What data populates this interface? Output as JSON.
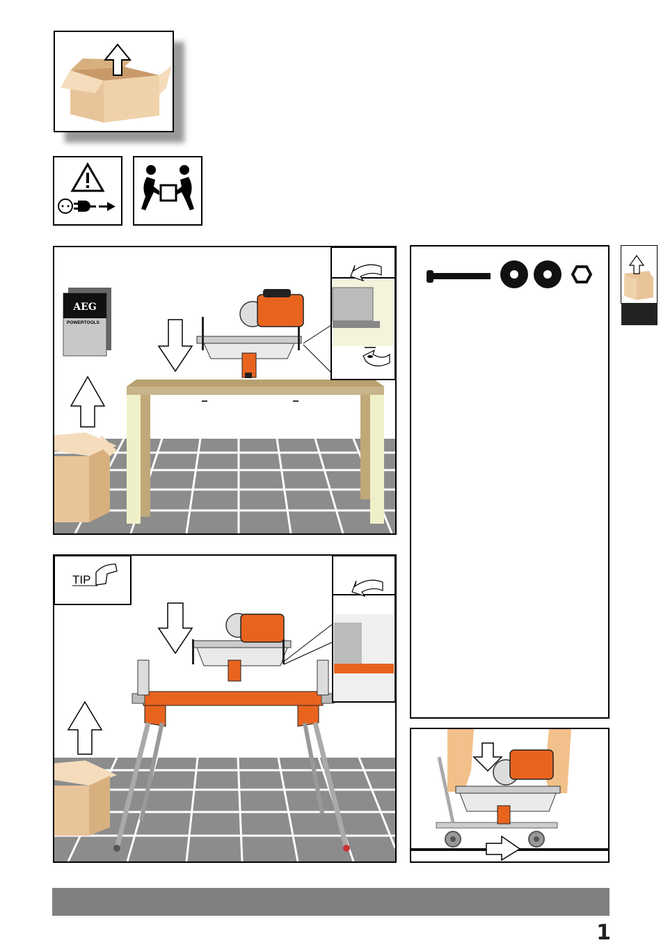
{
  "manual_book": {
    "brand": "AEG",
    "sub_brand": "POWERTOOLS"
  },
  "tip_label": "TIP",
  "page_number": "1",
  "colors": {
    "saw_orange": "#e8641e",
    "box_tan": "#e8c49a",
    "floor_grey": "#8c8c8c",
    "footer_bar": "#808080"
  },
  "icons": [
    "unbox-icon",
    "warning-icon",
    "unplug-icon",
    "two-person-lift-icon",
    "tip-hand-icon",
    "bolt-icon",
    "washer-icon",
    "nut-icon"
  ]
}
